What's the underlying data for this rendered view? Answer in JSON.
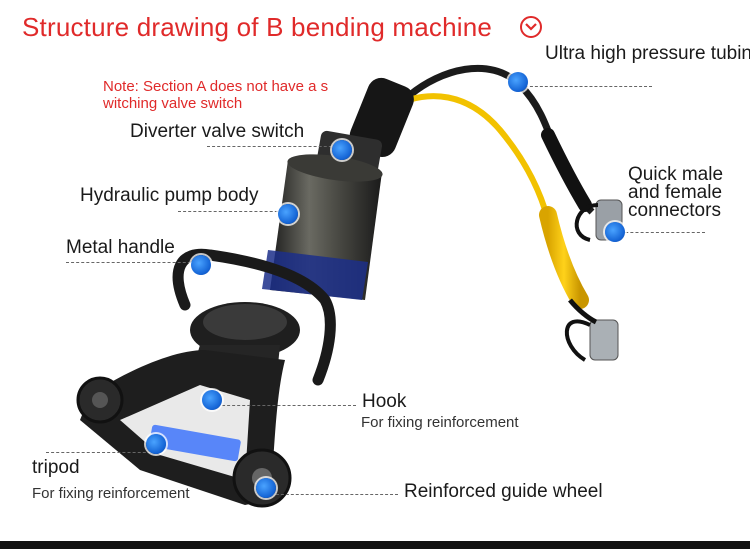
{
  "title": "Structure drawing of B bending machine",
  "note": "Note: Section A does not have a s witching valve switch",
  "labels": {
    "ultra_high_pressure_tubing": "Ultra high pressure tubing",
    "diverter_valve_switch": "Diverter valve switch",
    "hydraulic_pump_body": "Hydraulic pump body",
    "metal_handle": "Metal handle",
    "quick_connectors": "Quick male and female connectors",
    "hook": "Hook",
    "hook_sub": "For fixing reinforcement",
    "tripod": "tripod",
    "tripod_sub": "For fixing reinforcement",
    "guide_wheel": "Reinforced guide wheel"
  },
  "colors": {
    "title": "#e02a2a",
    "marker": "#1565d6",
    "hose_yellow": "#f5c400",
    "machine_dark": "#2b2b2b"
  },
  "icons": [
    "chevron-down-circle-icon"
  ]
}
